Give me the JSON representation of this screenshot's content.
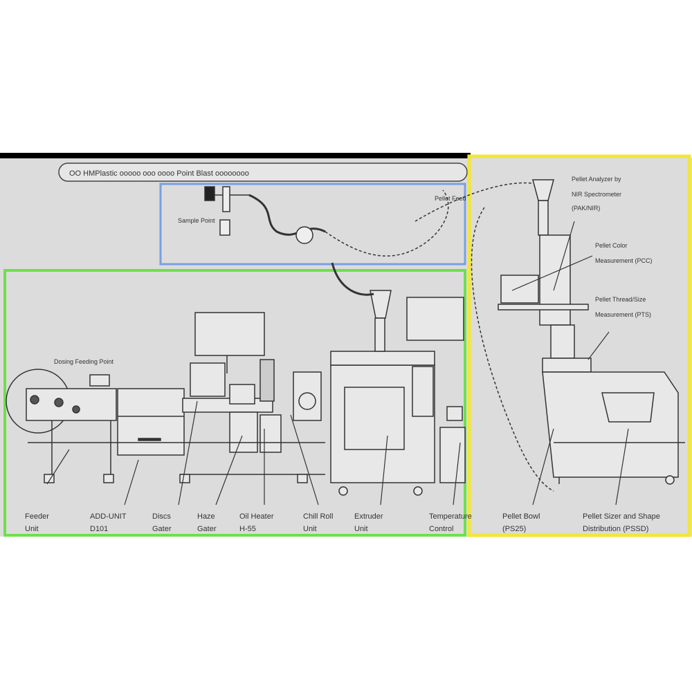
{
  "banner": {
    "text": "OO HMPlastic ooooo ooo oooo Point Blast oooooooo"
  },
  "colors": {
    "background": "#dcdcdc",
    "top_band": "#000000",
    "blue_box": "#7a9fe0",
    "green_box": "#6ee04a",
    "yellow_box": "#f2e63a",
    "line": "#444444"
  },
  "callouts": {
    "sample_point": "Sample Point",
    "feed_unit_top": "Pellet Feed",
    "dosing_feeder": "Dosing Feeding Point",
    "pellet_analyzer": [
      "Pellet Analyzer by",
      "NIR Spectrometer",
      "(PAK/NIR)"
    ],
    "pellet_color": [
      "Pellet Color",
      "Measurement (PCC)"
    ],
    "pellet_thread": [
      "Pellet Thread/Size",
      "Measurement (PTS)"
    ]
  },
  "bottom_labels": [
    {
      "line1": "Feeder",
      "line2": "Unit"
    },
    {
      "line1": "ADD-UNIT",
      "line2": "D101"
    },
    {
      "line1": "Discs",
      "line2": "Gater"
    },
    {
      "line1": "Haze",
      "line2": "Gater"
    },
    {
      "line1": "Oil Heater",
      "line2": "H-55"
    },
    {
      "line1": "Chill Roll",
      "line2": "Unit"
    },
    {
      "line1": "Extruder",
      "line2": "Unit"
    },
    {
      "line1": "Temperature",
      "line2": "Control"
    },
    {
      "line1": "Pellet Bowl",
      "line2": "(PS25)"
    },
    {
      "line1": "Pellet Sizer and Shape",
      "line2": "Distribution (PSSD)"
    }
  ]
}
